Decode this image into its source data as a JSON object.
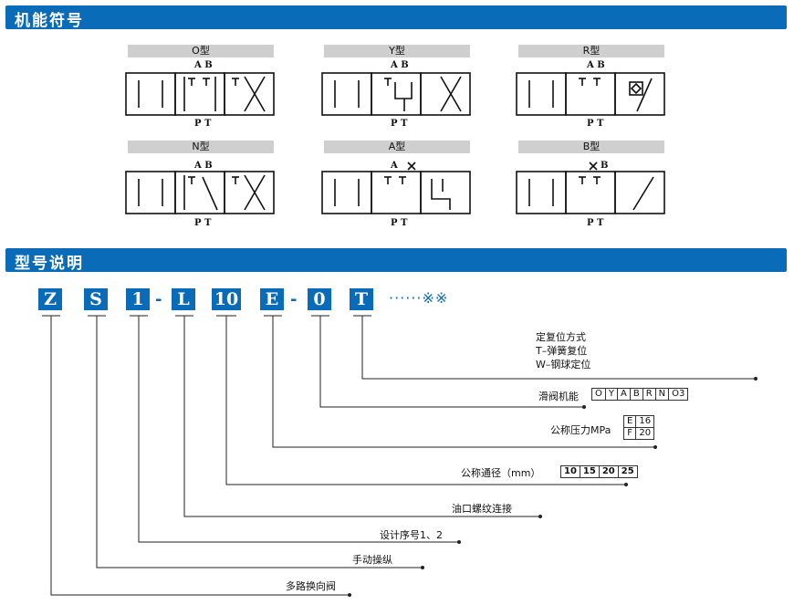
{
  "sections": {
    "symbols_title": "机能符号",
    "model_title": "型号说明"
  },
  "symbols": [
    {
      "label": "O型",
      "top": "A B",
      "bottom": "P T"
    },
    {
      "label": "Y型",
      "top": "A B",
      "bottom": "P T"
    },
    {
      "label": "R型",
      "top": "A B",
      "bottom": "P T"
    },
    {
      "label": "N型",
      "top": "A B",
      "bottom": "P T"
    },
    {
      "label": "A型",
      "top": "A",
      "bottom": "P T"
    },
    {
      "label": "B型",
      "top": "B",
      "bottom": "P T"
    }
  ],
  "model_code": {
    "chars": [
      "Z",
      "S",
      "1",
      "L",
      "10",
      "E",
      "0",
      "T"
    ],
    "dash": "-",
    "tail": "······※※"
  },
  "descriptions": {
    "reset_title": "定复位方式",
    "reset_t": "T–弹簧复位",
    "reset_w": "W–钢球定位",
    "spool": "滑阀机能",
    "spool_options": [
      "O",
      "Y",
      "A",
      "B",
      "R",
      "N",
      "O3"
    ],
    "pressure": "公称压力MPa",
    "pressure_options": [
      [
        "E",
        "16"
      ],
      [
        "F",
        "20"
      ]
    ],
    "bore": "公称通径（mm）",
    "bore_options": [
      "10",
      "15",
      "20",
      "25"
    ],
    "port": "油口螺纹连接",
    "design": "设计序号1、2",
    "manual": "手动操纵",
    "valve": "多路换向阀"
  },
  "colors": {
    "accent": "#0a6bb8",
    "label_bg": "#cfcfcf"
  }
}
